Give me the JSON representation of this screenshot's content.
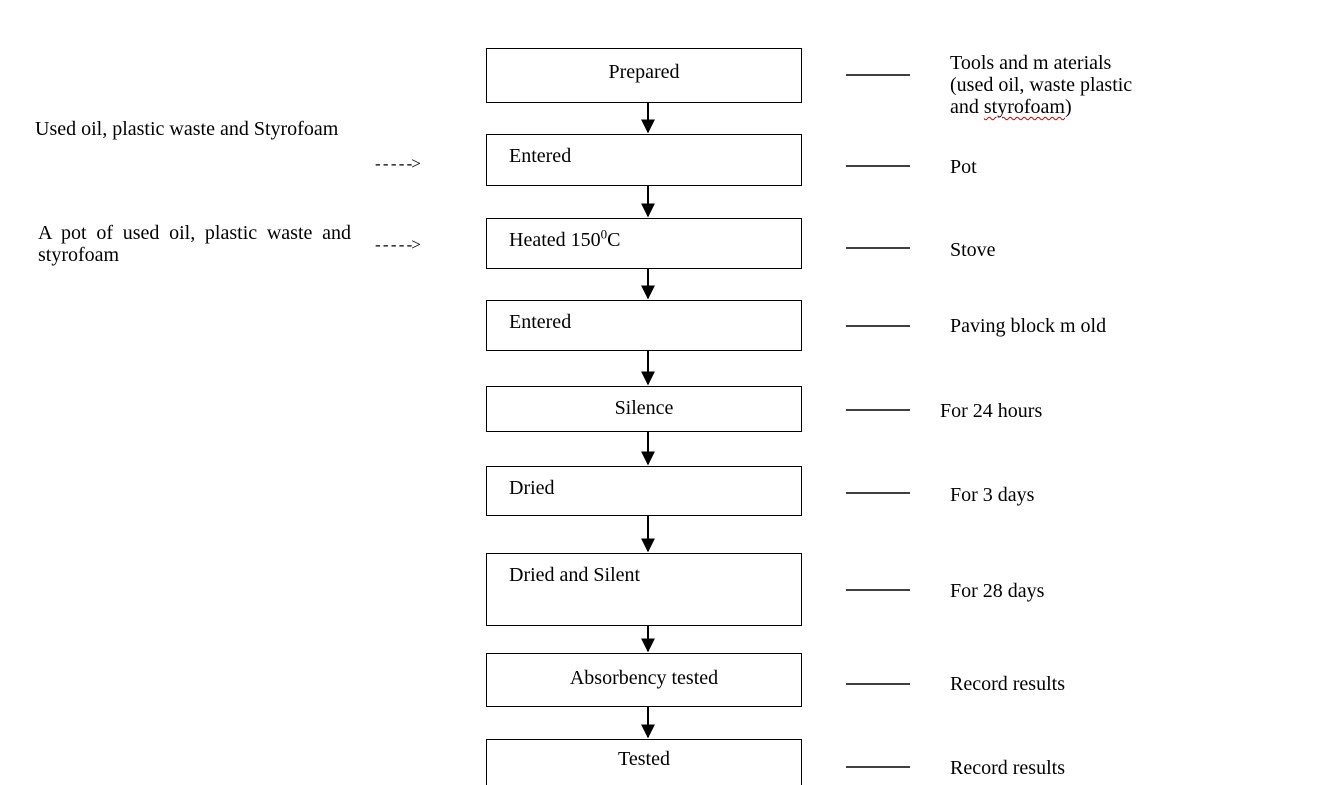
{
  "colors": {
    "line": "#000000",
    "background": "#ffffff",
    "spellcheck": "#c00000"
  },
  "steps": [
    {
      "label": "Prepared",
      "note": "Tools and m aterials (used oil, waste plastic and styrofoam)"
    },
    {
      "label": "Entered",
      "note": "Pot"
    },
    {
      "label": "Heated 150",
      "label_sup": "0",
      "label_unit": "C",
      "note": "Stove"
    },
    {
      "label": "Entered",
      "note": "Paving block m old"
    },
    {
      "label": "Silence",
      "note": "For 24 hours"
    },
    {
      "label": "Dried",
      "note": "For 3 days"
    },
    {
      "label": "Dried and Silent",
      "note": "For 28 days"
    },
    {
      "label": "Absorbency tested",
      "note": "Record results"
    },
    {
      "label": "Tested",
      "note": "Record results"
    }
  ],
  "inputs": [
    {
      "text": "Used oil, plastic waste and Styrofoam",
      "arrow": "- - - - ->"
    },
    {
      "text": "A pot of used oil, plastic waste and styrofoam",
      "arrow": "- - - - ->"
    }
  ],
  "first_note_lines": {
    "line1": "Tools and m aterials",
    "line2": "(used oil, waste plastic",
    "line3_pre": "and ",
    "line3_word": "styrofoam",
    "line3_post": ")"
  }
}
